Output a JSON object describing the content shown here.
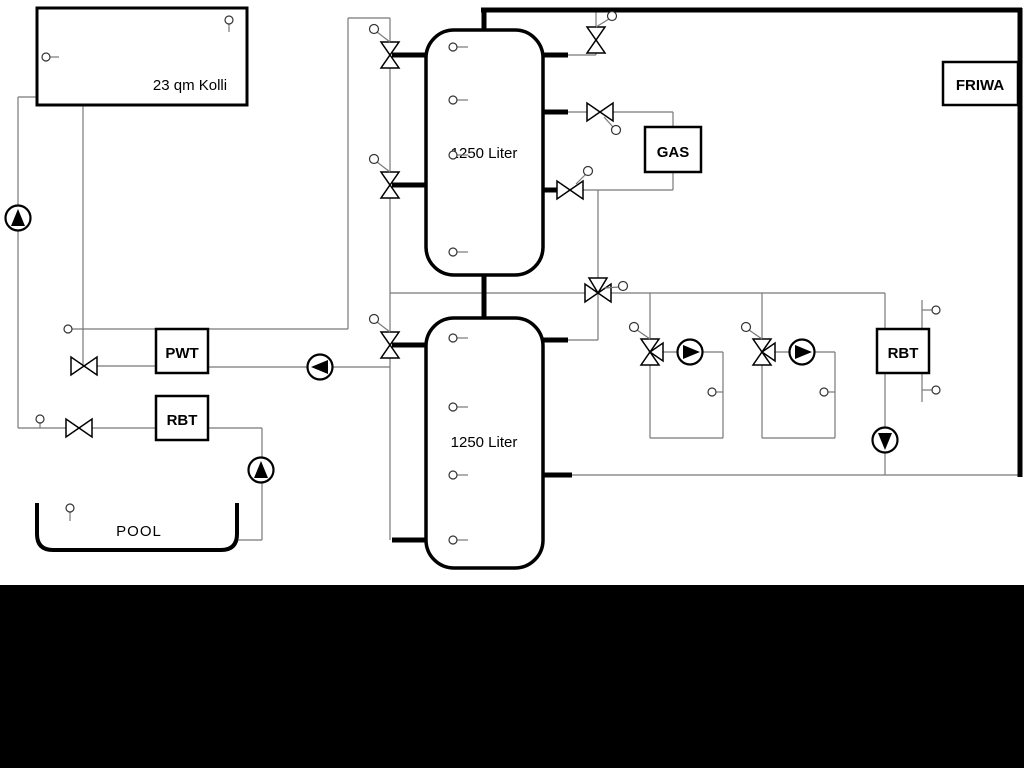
{
  "diagram": {
    "title": "heating-system-schematic",
    "components": {
      "collector": {
        "label": "23 qm Kolli"
      },
      "buffer_tank_top": {
        "label": "1250 Liter"
      },
      "buffer_tank_bottom": {
        "label": "1250 Liter"
      },
      "gas_boiler": {
        "label": "GAS"
      },
      "fresh_water_station": {
        "label": "FRIWA"
      },
      "plate_heat_exchanger": {
        "label": "PWT"
      },
      "rbt_left": {
        "label": "RBT"
      },
      "rbt_right": {
        "label": "RBT"
      },
      "pool": {
        "label": "POOL"
      }
    },
    "colors": {
      "line_thin": "#787878",
      "line_thick": "#000000",
      "component_stroke": "#000000",
      "background": "#ffffff",
      "letterbox": "#000000"
    }
  }
}
